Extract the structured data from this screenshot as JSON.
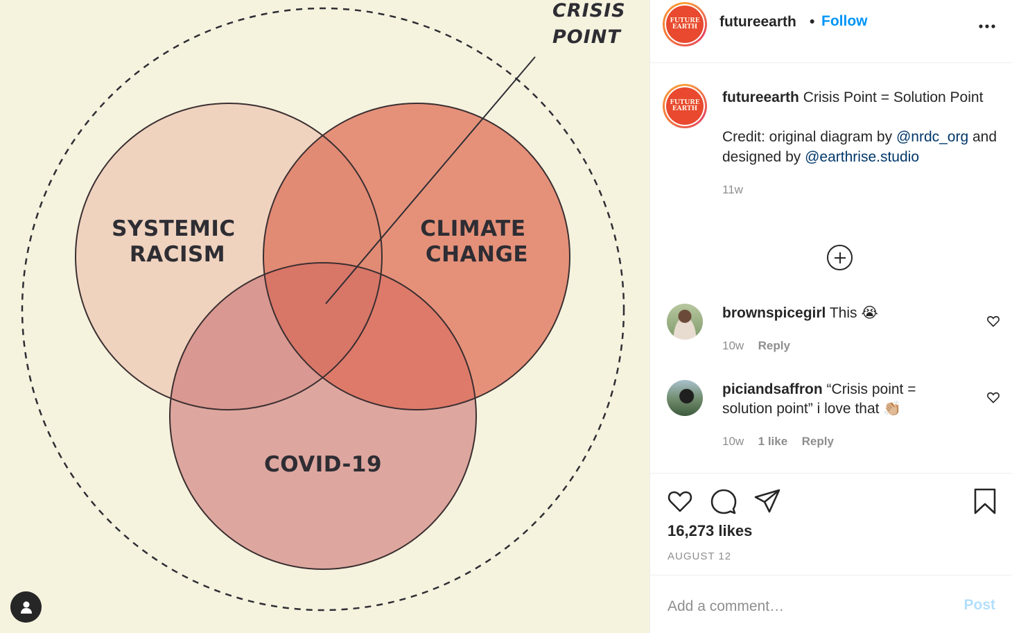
{
  "post_image": {
    "venn": {
      "circles": [
        {
          "label_lines": [
            "SYSTEMIC",
            "RACISM"
          ],
          "color": "#efd3bf"
        },
        {
          "label_lines": [
            "CLIMATE",
            "CHANGE"
          ],
          "color": "#e5917a"
        },
        {
          "label_lines": [
            "COVID-19"
          ],
          "color": "#dda79f"
        }
      ],
      "intersection_colors": {
        "racism_climate": "#e18a74",
        "racism_covid": "#d99891",
        "climate_covid": "#de7a6a",
        "center": "#d87668"
      },
      "outline_color": "#3a2e30",
      "background_color": "#f5f2de"
    },
    "annotation": {
      "lines": [
        "CRISIS",
        "POINT"
      ]
    },
    "user_tag_icon": "person-icon"
  },
  "header": {
    "username": "futureearth",
    "separator": "•",
    "follow_label": "Follow",
    "more_icon": "ellipsis-icon",
    "avatar_text": [
      "FUTURE",
      "EARTH"
    ]
  },
  "caption": {
    "username": "futureearth",
    "text": "Crisis Point = Solution Point",
    "credit_prefix": "Credit: original diagram by",
    "mention_1": "@nrdc_org",
    "credit_middle": "and designed by",
    "mention_2": "@earthrise.studio",
    "time": "11w"
  },
  "load_more_icon": "plus-circle-icon",
  "comments": [
    {
      "username": "brownspicegirl",
      "text": "This",
      "emoji": "😭",
      "time": "10w",
      "likes": "",
      "reply_label": "Reply"
    },
    {
      "username": "piciandsaffron",
      "text": "“Crisis point = solution point” i love that",
      "emoji": "👏🏼",
      "time": "10w",
      "likes": "1 like",
      "reply_label": "Reply"
    }
  ],
  "actions": {
    "icons": [
      "heart-icon",
      "comment-icon",
      "share-icon",
      "bookmark-icon"
    ],
    "likes": "16,273 likes",
    "date": "AUGUST 12"
  },
  "comment_box": {
    "placeholder": "Add a comment…",
    "post_label": "Post"
  }
}
